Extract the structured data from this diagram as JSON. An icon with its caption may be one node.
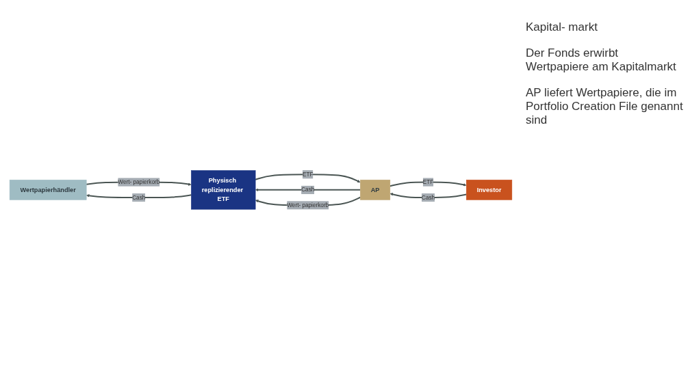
{
  "diagram": {
    "nodes": [
      {
        "text": [
          "Wertpapierhändler"
        ]
      },
      {
        "text": [
          "Investor"
        ]
      },
      {
        "text": [
          "AP"
        ]
      },
      {
        "text": [
          "Physisch replizierender ETF"
        ]
      }
    ],
    "edges": [
      {
        "from": 1,
        "to": 2,
        "arrow": "to",
        "label": "Cash"
      },
      {
        "from": 2,
        "to": 1,
        "arrow": "to",
        "label": "ETF"
      },
      {
        "from": 3,
        "to": 2,
        "arrow": "to",
        "label": "ETF"
      },
      {
        "from": 2,
        "to": 3,
        "arrow": "to",
        "label": "Cash"
      },
      {
        "from": 2,
        "to": 3,
        "arrow": "to",
        "label": "Wert- papierkorb"
      },
      {
        "from": 0,
        "to": 3,
        "arrow": "to",
        "label": "Wert- papierkorb"
      },
      {
        "from": 3,
        "to": 0,
        "arrow": "to",
        "label": "Cash"
      }
    ],
    "labels": [
      "Kapital- markt",
      "Der Fonds erwirbt Wertpapiere am Kapitalmarkt",
      "AP liefert Wertpapiere, die im Portfolio Creation File genannt sind"
    ]
  }
}
